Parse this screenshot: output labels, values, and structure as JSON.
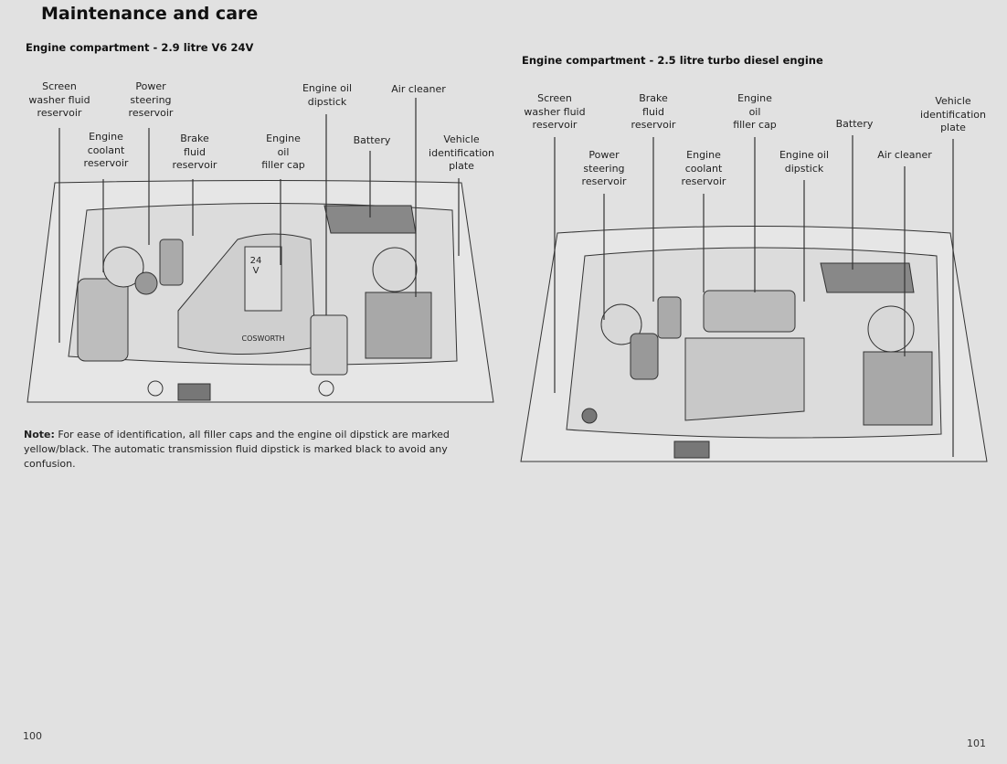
{
  "header": {
    "title": "Maintenance and care"
  },
  "left": {
    "subtitle": "Engine compartment - 2.9 litre V6 24V",
    "labels": {
      "washer": "Screen\nwasher fluid\nreservoir",
      "steering": "Power\nsteering\nreservoir",
      "coolant": "Engine\ncoolant\nreservoir",
      "brake": "Brake\nfluid\nreservoir",
      "filler": "Engine\noil\nfiller cap",
      "dipstick": "Engine oil\ndipstick",
      "battery": "Battery",
      "air": "Air cleaner",
      "vin": "Vehicle\nidentification\nplate"
    },
    "engine_marks": {
      "badge": "24\nV",
      "maker": "COSWORTH"
    },
    "note_label": "Note:",
    "note_text": "For ease of identification, all filler caps and the engine oil dipstick are marked yellow/black. The automatic transmission fluid dipstick is marked black to avoid any confusion.",
    "page_number": "100"
  },
  "right": {
    "subtitle": "Engine compartment - 2.5 litre turbo diesel engine",
    "labels": {
      "washer": "Screen\nwasher fluid\nreservoir",
      "brake": "Brake\nfluid\nreservoir",
      "filler": "Engine\noil\nfiller cap",
      "vin": "Vehicle\nidentification\nplate",
      "battery": "Battery",
      "steering": "Power\nsteering\nreservoir",
      "coolant": "Engine\ncoolant\nreservoir",
      "dipstick": "Engine oil\ndipstick",
      "air": "Air cleaner"
    },
    "page_number": "101"
  }
}
